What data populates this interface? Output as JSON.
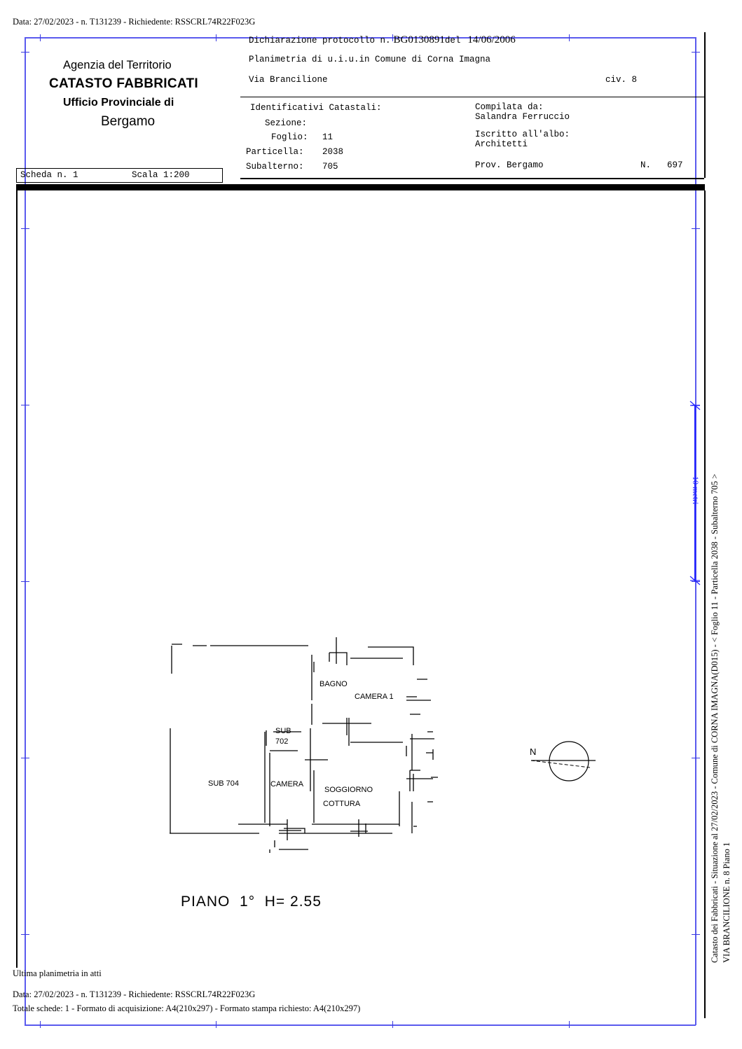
{
  "header_stamp": "Data: 27/02/2023 - n. T131239 - Richiedente: RSSCRL74R22F023G",
  "agency": {
    "line1": "Agenzia del Territorio",
    "line2": "CATASTO FABBRICATI",
    "line3": "Ufficio Provinciale di",
    "line4": "Bergamo"
  },
  "declaration": {
    "label": "Dichiarazione protocollo n.",
    "number": "BG0130891",
    "del_label": "del",
    "date": "14/06/2006"
  },
  "planimetria_line": "Planimetria di u.i.u.in Comune di Corna Imagna",
  "address": {
    "street": "Via Brancilione",
    "civ": "civ. 8"
  },
  "identifiers": {
    "title": "Identificativi Catastali:",
    "sezione_label": "Sezione:",
    "sezione_value": "",
    "foglio_label": "Foglio:",
    "foglio_value": "11",
    "particella_label": "Particella:",
    "particella_value": "2038",
    "subalterno_label": "Subalterno:",
    "subalterno_value": "705"
  },
  "compiler": {
    "label": "Compilata da:",
    "name": "Salandra Ferruccio",
    "albo_label": "Iscritto all'albo:",
    "albo_value": "Architetti",
    "prov": "Prov. Bergamo",
    "n_label": "N.",
    "n_value": "697"
  },
  "scheda": {
    "label": "Scheda n. 1",
    "scale": "Scala 1:200"
  },
  "scale_bar": {
    "label": "10 metri"
  },
  "side_text": {
    "line1": "Catasto dei Fabbricati - Situazione al 27/02/2023 - Comune di CORNA IMAGNA(D015) - < Foglio 11 - Particella  2038 - Subalterno 705 >",
    "line2": "VIA BRANCILIONE n. 8 Piano 1"
  },
  "floor_plan": {
    "rooms": [
      {
        "name": "BAGNO"
      },
      {
        "name": "CAMERA 1"
      },
      {
        "name": "SUB 702"
      },
      {
        "name": "SUB 704"
      },
      {
        "name": "CAMERA"
      },
      {
        "name": "SOGGIORNO"
      },
      {
        "name": "COTTURA"
      }
    ],
    "floor_label": "PIANO  1°  H= 2.55",
    "north_label": "N"
  },
  "footer": {
    "ultima": "Ultima planimetria in atti",
    "stamp": "Data: 27/02/2023 - n. T131239 - Richiedente: RSSCRL74R22F023G",
    "totals": "Totale schede: 1 - Formato di acquisizione: A4(210x297)  - Formato stampa richiesto: A4(210x297)"
  },
  "colors": {
    "frame_blue": "#5a5aee",
    "ink": "#000000"
  }
}
